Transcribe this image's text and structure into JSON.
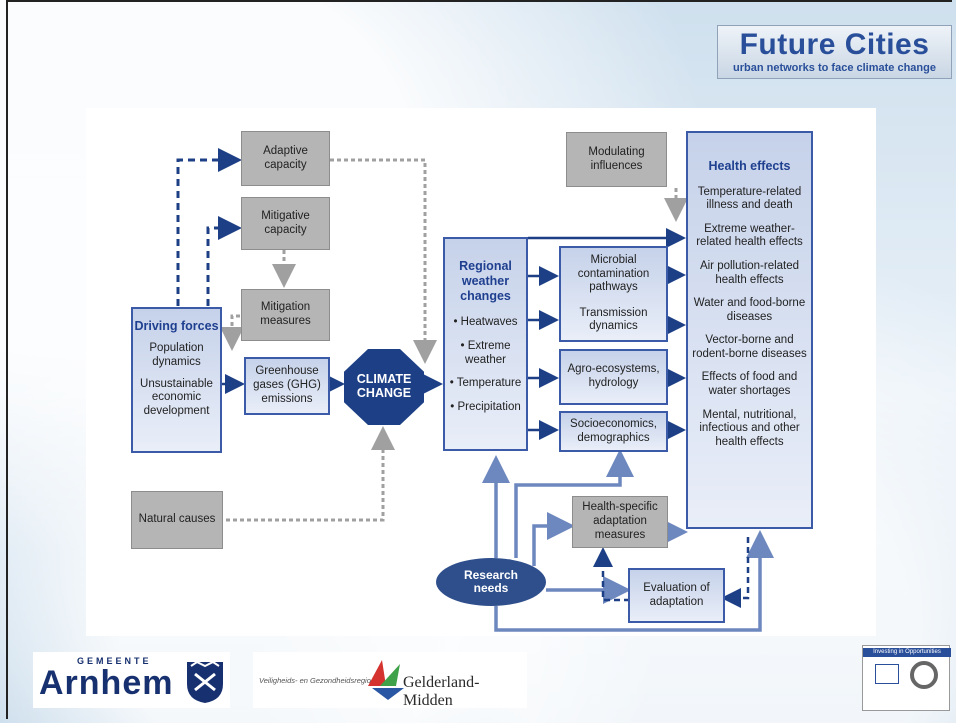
{
  "header": {
    "logo_title": "Future Cities",
    "logo_subtitle": "urban networks to face climate change"
  },
  "diagram": {
    "adaptive_capacity": "Adaptive capacity",
    "mitigative_capacity": "Mitigative capacity",
    "mitigation_measures": "Mitigation measures",
    "driving_forces": {
      "title": "Driving forces",
      "items": [
        "Population dynamics",
        "Unsustainable economic development"
      ]
    },
    "ghg": "Greenhouse gases (GHG) emissions",
    "climate_change": "CLIMATE CHANGE",
    "natural_causes": "Natural causes",
    "regional_weather": {
      "title": "Regional weather changes",
      "items": [
        "• Heatwaves",
        "• Extreme weather",
        "• Temperature",
        "• Precipitation"
      ]
    },
    "modulating_influences": "Modulating influences",
    "microbial": "Microbial contamination pathways",
    "transmission": "Transmission dynamics",
    "agro": "Agro-ecosystems, hydrology",
    "socio": "Socioeconomics, demographics",
    "health_specific": "Health-specific adaptation measures",
    "research_needs": "Research needs",
    "evaluation": "Evaluation of adaptation",
    "health_effects": {
      "title": "Health effects",
      "items": [
        "Temperature-related illness and death",
        "Extreme weather-related health effects",
        "Air pollution-related health effects",
        "Water and food-borne diseases",
        "Vector-borne and rodent-borne diseases",
        "Effects of food and water shortages",
        "Mental, nutritional, infectious and other health effects"
      ]
    }
  },
  "footer": {
    "arnhem_top": "GEMEENTE",
    "arnhem_main": "Arnhem",
    "gm_small": "Veiligheids- en Gezondheidsregio",
    "gm_main": "Gelderland-Midden",
    "interreg_top": "Investing in Opportunities"
  },
  "colors": {
    "dark_blue": "#1d3f86",
    "box_border_blue": "#3b5ba8",
    "gray_box": "#b5b5b5",
    "dashed_gray": "#a0a0a0"
  }
}
